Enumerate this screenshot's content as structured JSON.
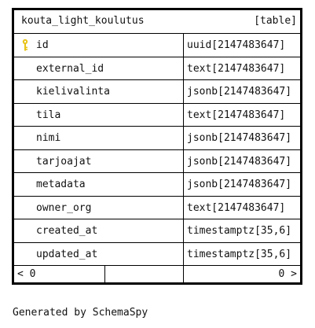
{
  "table": {
    "name": "kouta_light_koulutus",
    "type_label": "[table]",
    "columns": [
      {
        "name": "id",
        "type": "uuid[2147483647]",
        "primary_key": true
      },
      {
        "name": "external_id",
        "type": "text[2147483647]"
      },
      {
        "name": "kielivalinta",
        "type": "jsonb[2147483647]"
      },
      {
        "name": "tila",
        "type": "text[2147483647]"
      },
      {
        "name": "nimi",
        "type": "jsonb[2147483647]"
      },
      {
        "name": "tarjoajat",
        "type": "jsonb[2147483647]"
      },
      {
        "name": "metadata",
        "type": "jsonb[2147483647]"
      },
      {
        "name": "owner_org",
        "type": "text[2147483647]"
      },
      {
        "name": "created_at",
        "type": "timestamptz[35,6]"
      },
      {
        "name": "updated_at",
        "type": "timestamptz[35,6]"
      }
    ],
    "footer": {
      "left": "< 0",
      "right": "0 >"
    }
  },
  "generated_by": "Generated by SchemaSpy",
  "colors": {
    "key_icon": "#e8c418",
    "border": "#000000"
  },
  "icons": {
    "primary_key": "key-icon"
  }
}
